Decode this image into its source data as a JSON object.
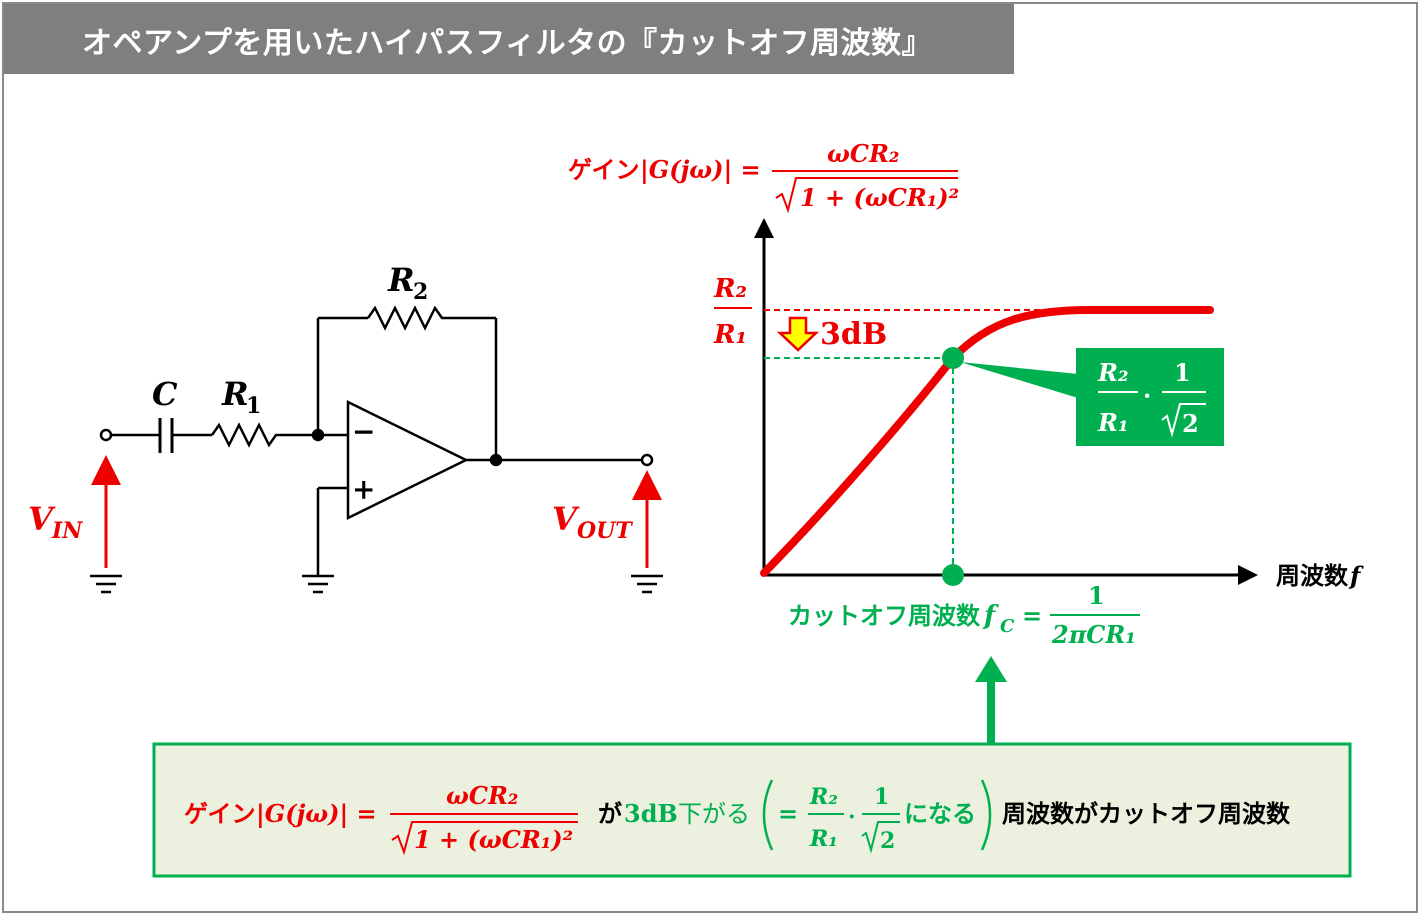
{
  "title": "オペアンプを用いたハイパスフィルタの『カットオフ周波数』",
  "colors": {
    "red": "#ee0000",
    "green": "#00b050",
    "panel_bg": "#ebf1de",
    "arrow_yellow": "#ffff00"
  },
  "circuit": {
    "label_c": "C",
    "label_r1": "R",
    "label_r1_sub": "1",
    "label_r2": "R",
    "label_r2_sub": "2",
    "minus_sign": "−",
    "plus_sign": "+",
    "vin": "V",
    "vin_sub": "IN",
    "vout": "V",
    "vout_sub": "OUT"
  },
  "gain_formula": {
    "label": "ゲイン",
    "lhs": "|G(jω)| =",
    "numerator": "ωCR₂",
    "denominator": "1 + (ωCR₁)²"
  },
  "graph": {
    "y_num": "R₂",
    "y_den": "R₁",
    "drop_label": "3dB",
    "x_axis_label": "周波数",
    "x_axis_symbol": "f",
    "callout_num1": "R₂",
    "callout_den1": "R₁",
    "callout_dot": "·",
    "callout_num2": "1",
    "callout_den2": "2",
    "cutoff_label": "カットオフ周波数",
    "cutoff_symbol": "f",
    "cutoff_sub": "C",
    "cutoff_eq": "=",
    "cutoff_num": "1",
    "cutoff_den": "2πCR₁"
  },
  "summary": {
    "label": "ゲイン",
    "lhs": "|G(jω)| =",
    "numerator": "ωCR₂",
    "denominator": "1 + (ωCR₁)²",
    "ga": "が",
    "drop": "3dB",
    "drop_text": "下がる",
    "eq": "=",
    "num1": "R₂",
    "den1": "R₁",
    "dot": "·",
    "num2": "1",
    "den2": "2",
    "naru": "になる",
    "tail": "周波数がカットオフ周波数"
  }
}
